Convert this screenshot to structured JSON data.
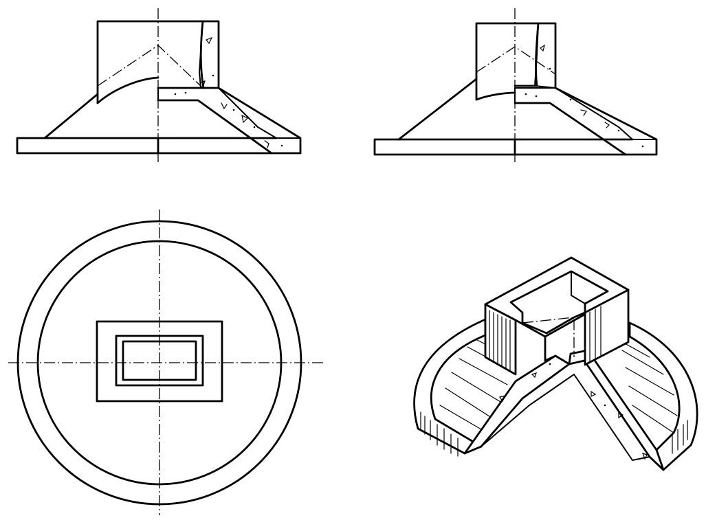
{
  "figure": {
    "background": "#ffffff",
    "line_color": "#000000",
    "views": [
      {
        "id": "front-view-half-section"
      },
      {
        "id": "side-view-half-section"
      },
      {
        "id": "top-view"
      },
      {
        "id": "isometric-cutaway-view"
      }
    ]
  }
}
